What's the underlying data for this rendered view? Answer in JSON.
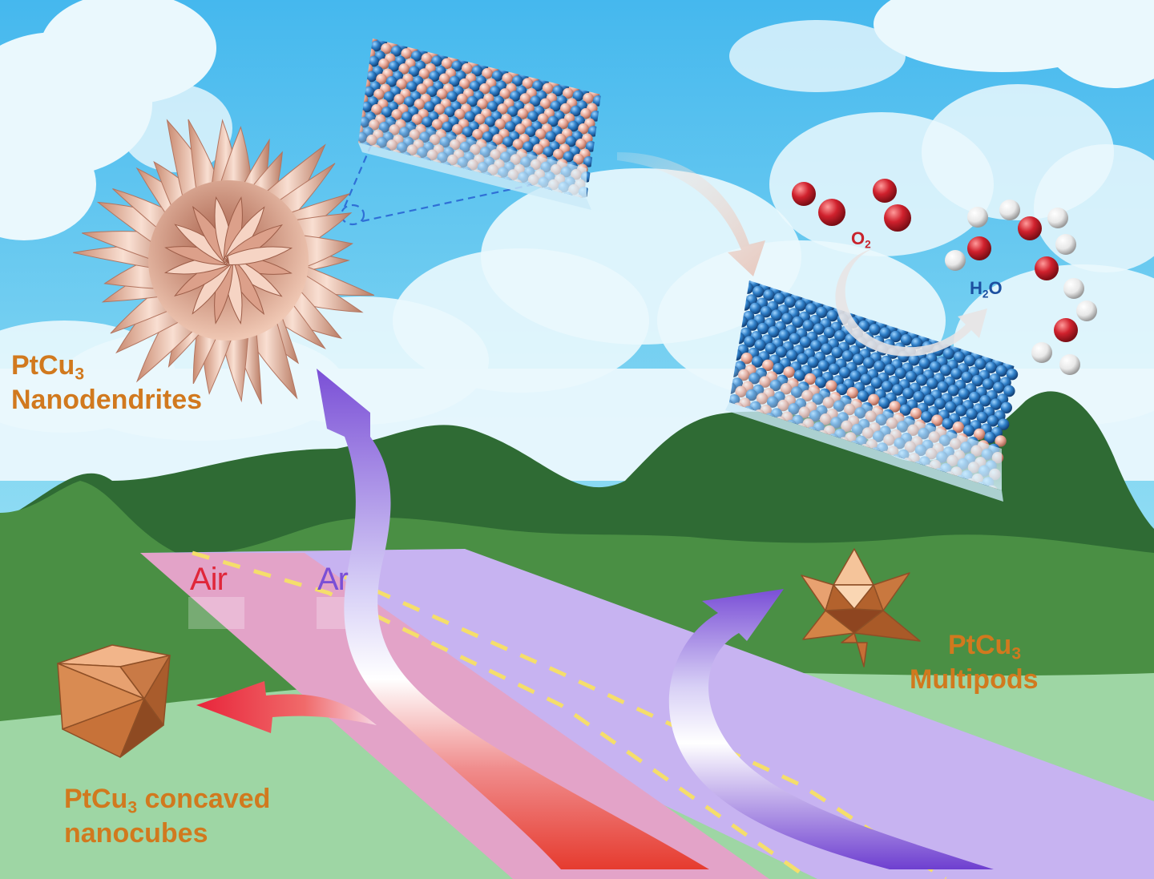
{
  "labels": {
    "nanodendrites": {
      "name": "PtCu",
      "sub": "3",
      "line2": "Nanodendrites"
    },
    "multipods": {
      "name": "PtCu",
      "sub": "3",
      "line2": "Multipods"
    },
    "nanocubes": {
      "name": "PtCu",
      "sub": "3",
      "rest": " concaved",
      "line2": "nanocubes"
    },
    "oxygen": {
      "main": "O",
      "sub": "2"
    },
    "water": {
      "main": "H",
      "sub": "2",
      "end": "O"
    },
    "road_air": "Air",
    "road_ar": "Ar"
  },
  "colors": {
    "sky": "#5cc3ee",
    "cloud": "#eaf8fd",
    "mountain_dark": "#2f6b34",
    "hill_green": "#4a8f44",
    "meadow": "#9ed6a4",
    "road_air": "#e3a3c8",
    "road_ar": "#c7b3f1",
    "arrow_red": "#e8243a",
    "arrow_purple": "#7a4fd6",
    "label_orange": "#d1791e",
    "pt_atom": "#2f7fc8",
    "cu_atom": "#e8a898",
    "oxygen_atom": "#d0212d",
    "hydrogen_atom": "#f2f2f2"
  },
  "icons": [
    "nanodendrite-particle-icon",
    "concave-nanocube-icon",
    "multipod-star-icon",
    "atomic-lattice-slab-icon",
    "oxygen-molecule-icon",
    "water-molecule-icon"
  ]
}
